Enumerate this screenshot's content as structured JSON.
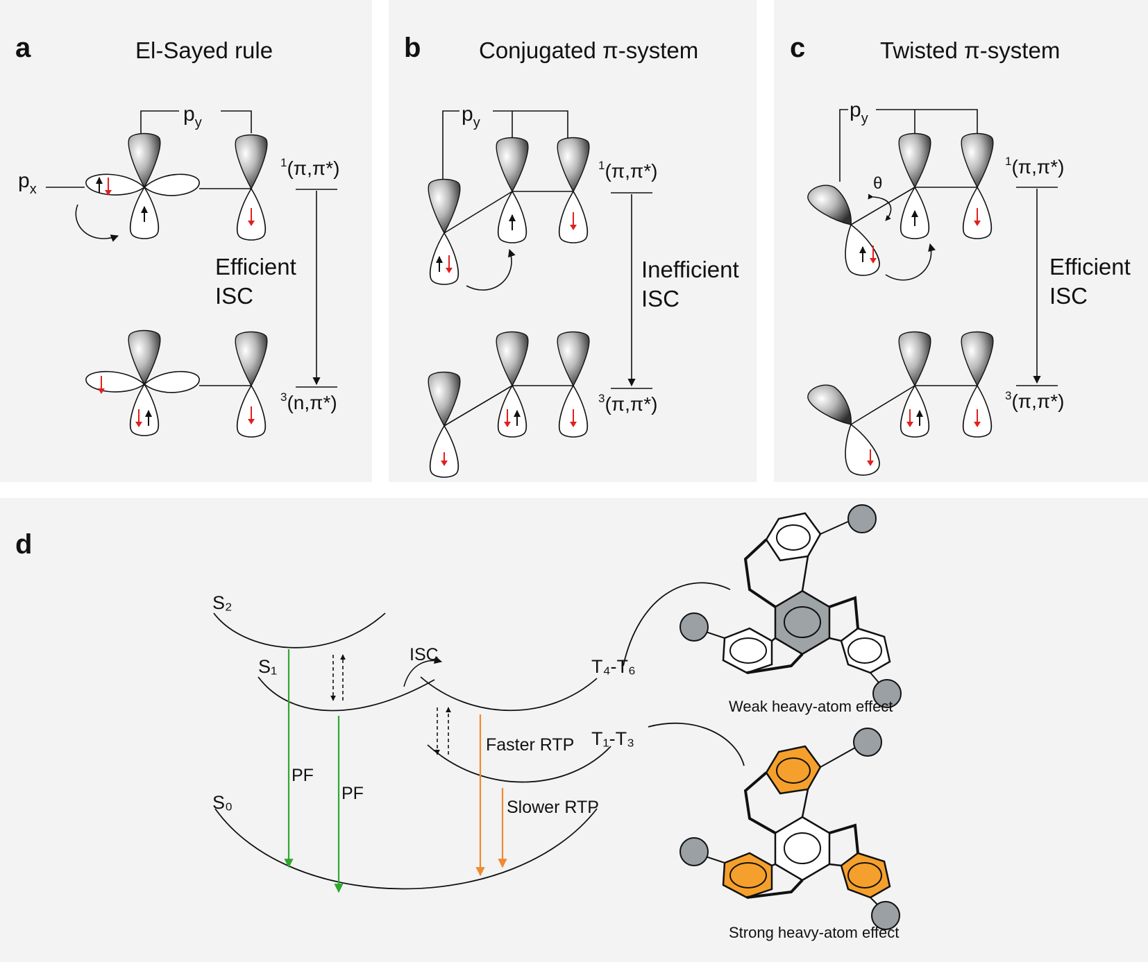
{
  "panels": [
    {
      "letter": "a",
      "title": "El-Sayed rule",
      "px_label": "p",
      "px_sub": "x",
      "py_label": "p",
      "py_sub": "y",
      "upper_state_sup": "1",
      "upper_state": "(π,π*)",
      "lower_state_sup": "3",
      "lower_state": "(n,π*)",
      "isc_line1": "Efficient",
      "isc_line2": "ISC"
    },
    {
      "letter": "b",
      "title": "Conjugated π-system",
      "py_label": "p",
      "py_sub": "y",
      "upper_state_sup": "1",
      "upper_state": "(π,π*)",
      "lower_state_sup": "3",
      "lower_state": "(π,π*)",
      "isc_line1": "Inefficient",
      "isc_line2": "ISC"
    },
    {
      "letter": "c",
      "title": "Twisted π-system",
      "py_label": "p",
      "py_sub": "y",
      "angle": "θ",
      "upper_state_sup": "1",
      "upper_state": "(π,π*)",
      "lower_state_sup": "3",
      "lower_state": "(π,π*)",
      "isc_line1": "Efficient",
      "isc_line2": "ISC"
    }
  ],
  "panel_d": {
    "letter": "d",
    "s2": "S₂",
    "s1": "S₁",
    "s0": "S₀",
    "t4t6": "T₄-T₆",
    "t1t3": "T₁-T₃",
    "isc": "ISC",
    "pf1": "PF",
    "pf2": "PF",
    "faster_rtp": "Faster RTP",
    "slower_rtp": "Slower RTP",
    "weak_effect": "Weak heavy-atom effect",
    "strong_effect": "Strong heavy-atom effect"
  },
  "colors": {
    "panel_bg": "#f3f3f3",
    "spin_up": "#111111",
    "spin_down": "#e02020",
    "pf_arrow": "#2fa82f",
    "rtp_arrow": "#f08a30",
    "ring_gray": "#9ea3a6",
    "ring_orange": "#f5a02c",
    "sphere_gray": "#9aa0a4"
  }
}
